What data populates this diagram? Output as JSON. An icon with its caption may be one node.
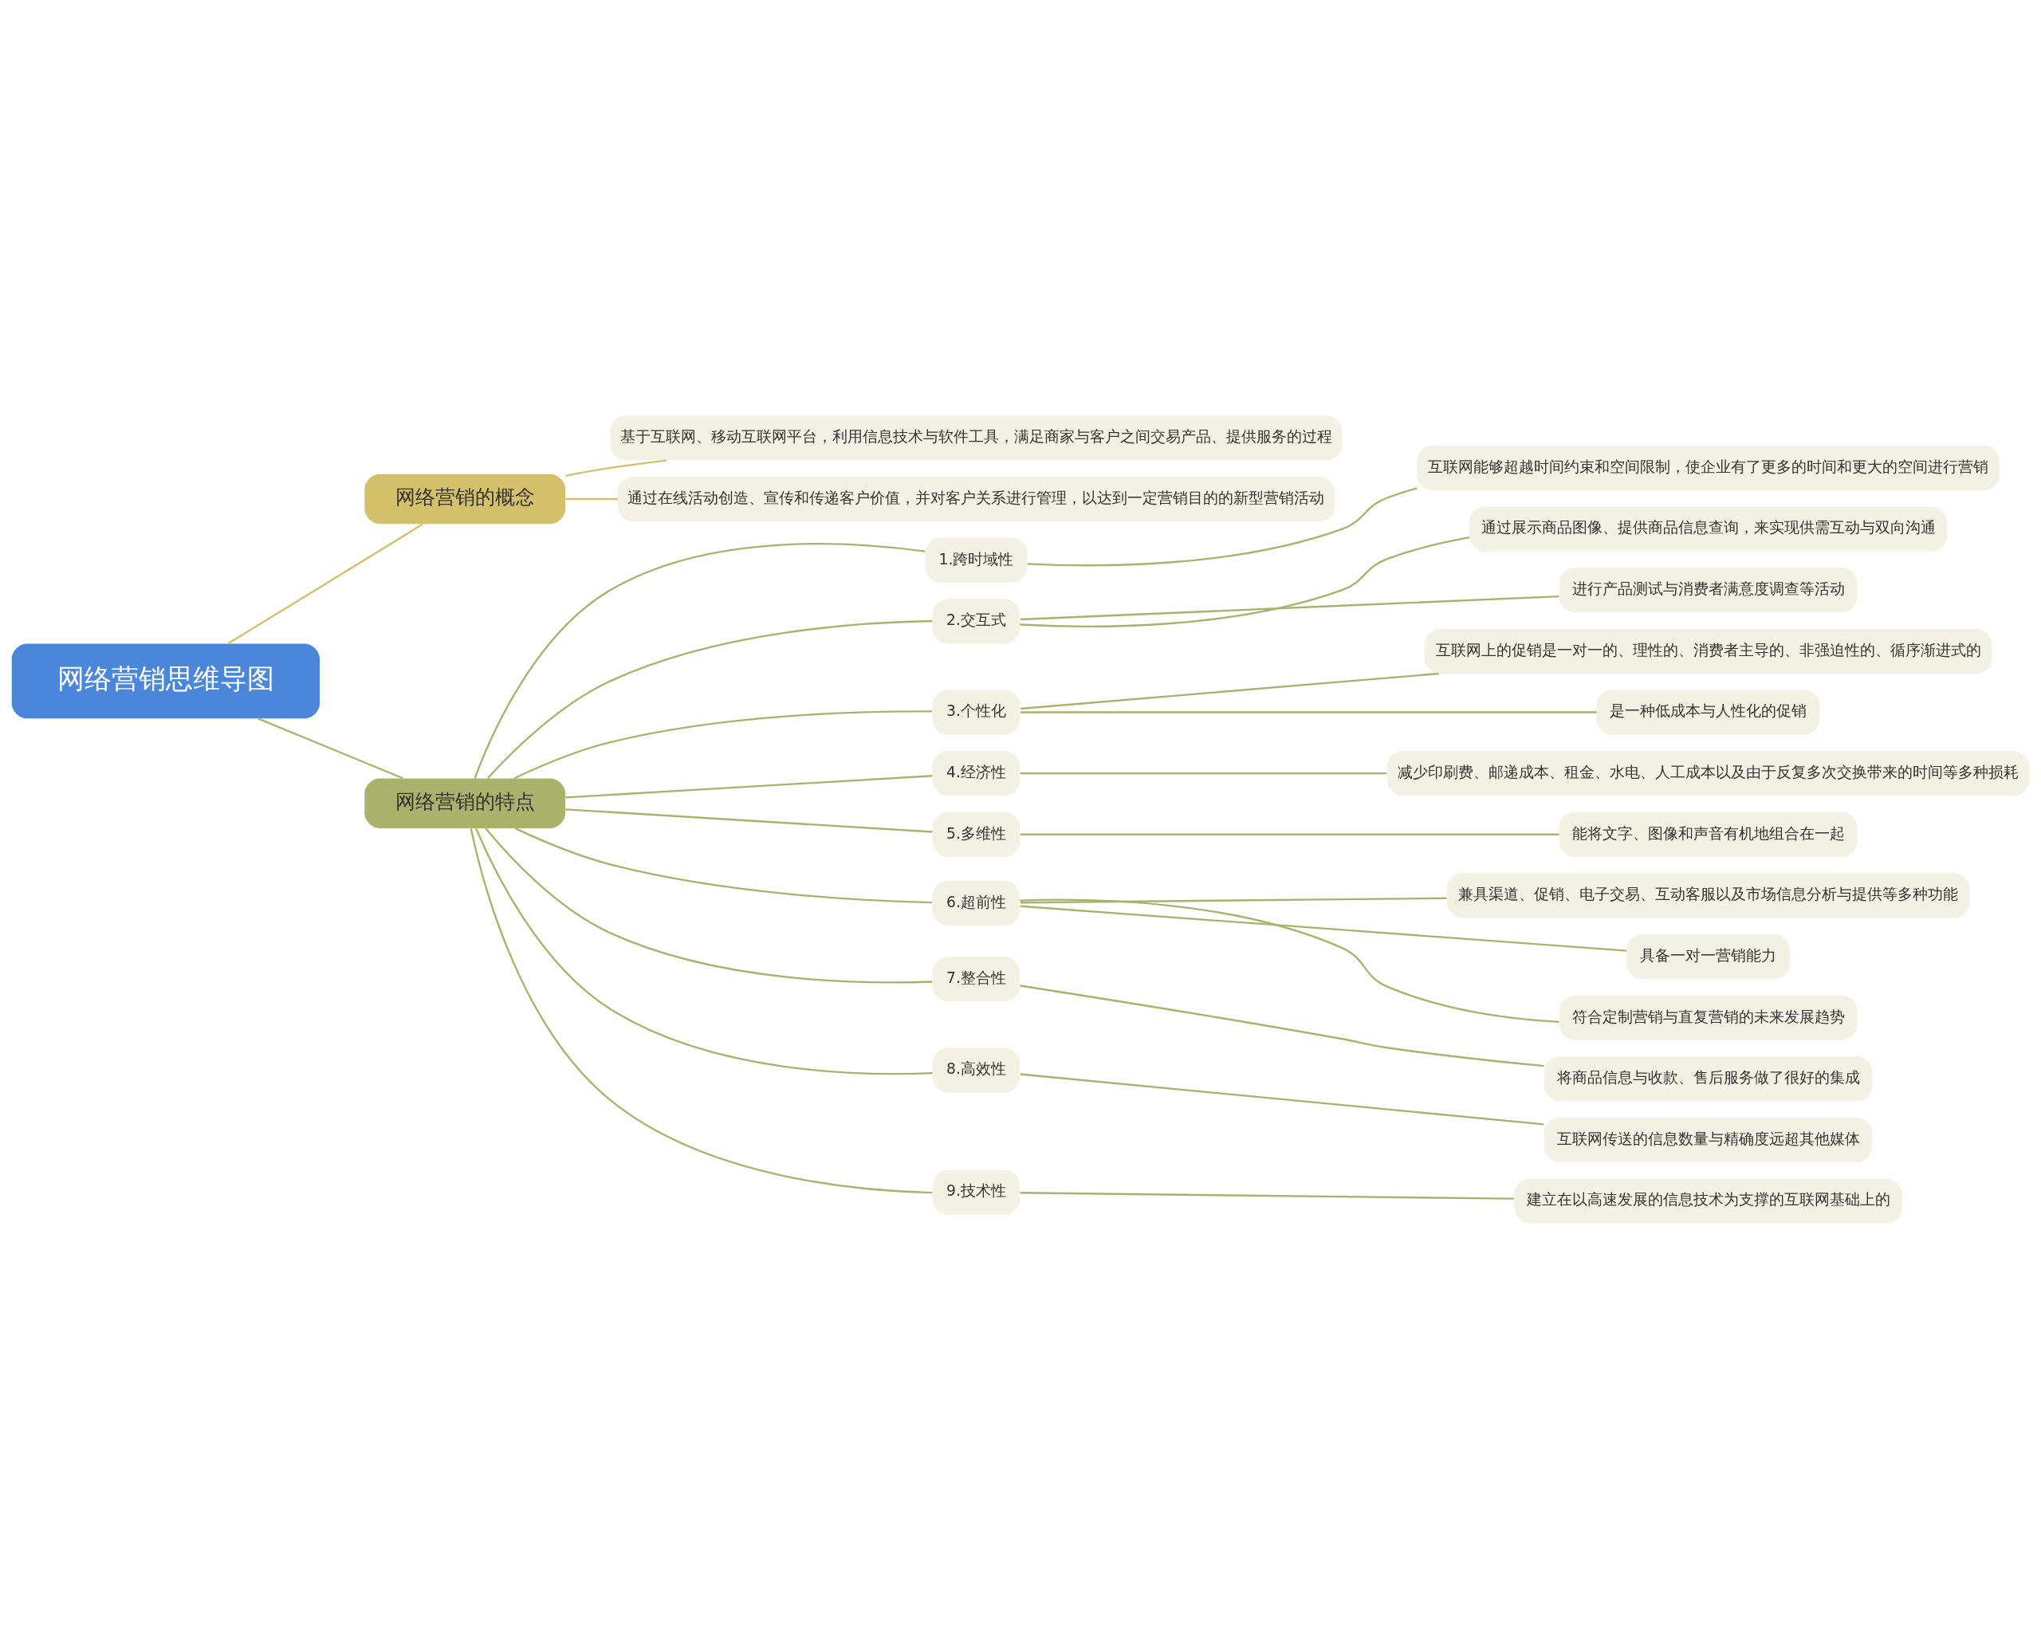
{
  "diagram": {
    "nodes": [
      {
        "text": [
          "网络营销思维导图"
        ]
      },
      {
        "text": [
          "网络营销的概念"
        ]
      },
      {
        "text": [
          "基于互联网、移动互联网平台，利用信息技术与软件工具，满足商家与客户之间交易产品、提供服务的过程"
        ]
      },
      {
        "text": [
          "通过在线活动创造、宣传和传递客户价值，并对客户关系进行管理，以达到一定营销目的的新型营销活动"
        ]
      },
      {
        "text": [
          "网络营销的特点"
        ]
      },
      {
        "text": [
          "1.跨时域性"
        ]
      },
      {
        "text": [
          "互联网能够超越时间约束和空间限制，使企业有了更多的时间和更大的空间进行营销"
        ]
      },
      {
        "text": [
          "2.交互式"
        ]
      },
      {
        "text": [
          "通过展示商品图像、提供商品信息查询，来实现供需互动与双向沟通"
        ]
      },
      {
        "text": [
          "进行产品测试与消费者满意度调查等活动"
        ]
      },
      {
        "text": [
          "3.个性化"
        ]
      },
      {
        "text": [
          "互联网上的促销是一对一的、理性的、消费者主导的、非强迫性的、循序渐进式的"
        ]
      },
      {
        "text": [
          "是一种低成本与人性化的促销"
        ]
      },
      {
        "text": [
          "4.经济性"
        ]
      },
      {
        "text": [
          "减少印刷费、邮递成本、租金、水电、人工成本以及由于反复多次交换带来的时间等多种损耗"
        ]
      },
      {
        "text": [
          "5.多维性"
        ]
      },
      {
        "text": [
          "能将文字、图像和声音有机地组合在一起"
        ]
      },
      {
        "text": [
          "6.超前性"
        ]
      },
      {
        "text": [
          "兼具渠道、促销、电子交易、互动客服以及市场信息分析与提供等多种功能"
        ]
      },
      {
        "text": [
          "具备一对一营销能力"
        ]
      },
      {
        "text": [
          "符合定制营销与直复营销的未来发展趋势"
        ]
      },
      {
        "text": [
          "7.整合性"
        ]
      },
      {
        "text": [
          "将商品信息与收款、售后服务做了很好的集成"
        ]
      },
      {
        "text": [
          "8.高效性"
        ]
      },
      {
        "text": [
          "互联网传送的信息数量与精确度远超其他媒体"
        ]
      },
      {
        "text": [
          "9.技术性"
        ]
      },
      {
        "text": [
          "建立在以高速发展的信息技术为支撑的互联网基础上的"
        ]
      }
    ],
    "edges": [
      {
        "from": 0,
        "to": 1,
        "arrow": "none",
        "color": "#d4bf6a"
      },
      {
        "from": 1,
        "to": 2,
        "arrow": "none",
        "color": "#d4bf6a"
      },
      {
        "from": 1,
        "to": 3,
        "arrow": "none",
        "color": "#d4bf6a"
      },
      {
        "from": 0,
        "to": 4,
        "arrow": "none"
      },
      {
        "from": 4,
        "to": 5,
        "arrow": "none"
      },
      {
        "from": 5,
        "to": 6,
        "arrow": "none"
      },
      {
        "from": 4,
        "to": 7,
        "arrow": "none"
      },
      {
        "from": 7,
        "to": 8,
        "arrow": "none"
      },
      {
        "from": 7,
        "to": 9,
        "arrow": "none"
      },
      {
        "from": 4,
        "to": 10,
        "arrow": "none"
      },
      {
        "from": 10,
        "to": 11,
        "arrow": "none"
      },
      {
        "from": 10,
        "to": 12,
        "arrow": "none"
      },
      {
        "from": 4,
        "to": 13,
        "arrow": "none"
      },
      {
        "from": 13,
        "to": 14,
        "arrow": "none"
      },
      {
        "from": 4,
        "to": 15,
        "arrow": "none"
      },
      {
        "from": 15,
        "to": 16,
        "arrow": "none"
      },
      {
        "from": 4,
        "to": 17,
        "arrow": "none"
      },
      {
        "from": 17,
        "to": 18,
        "arrow": "none"
      },
      {
        "from": 17,
        "to": 19,
        "arrow": "none"
      },
      {
        "from": 17,
        "to": 20,
        "arrow": "none"
      },
      {
        "from": 4,
        "to": 21,
        "arrow": "none"
      },
      {
        "from": 21,
        "to": 22,
        "arrow": "none"
      },
      {
        "from": 4,
        "to": 23,
        "arrow": "none"
      },
      {
        "from": 23,
        "to": 24,
        "arrow": "none"
      },
      {
        "from": 4,
        "to": 25,
        "arrow": "none"
      },
      {
        "from": 25,
        "to": 26,
        "arrow": "none"
      }
    ]
  }
}
